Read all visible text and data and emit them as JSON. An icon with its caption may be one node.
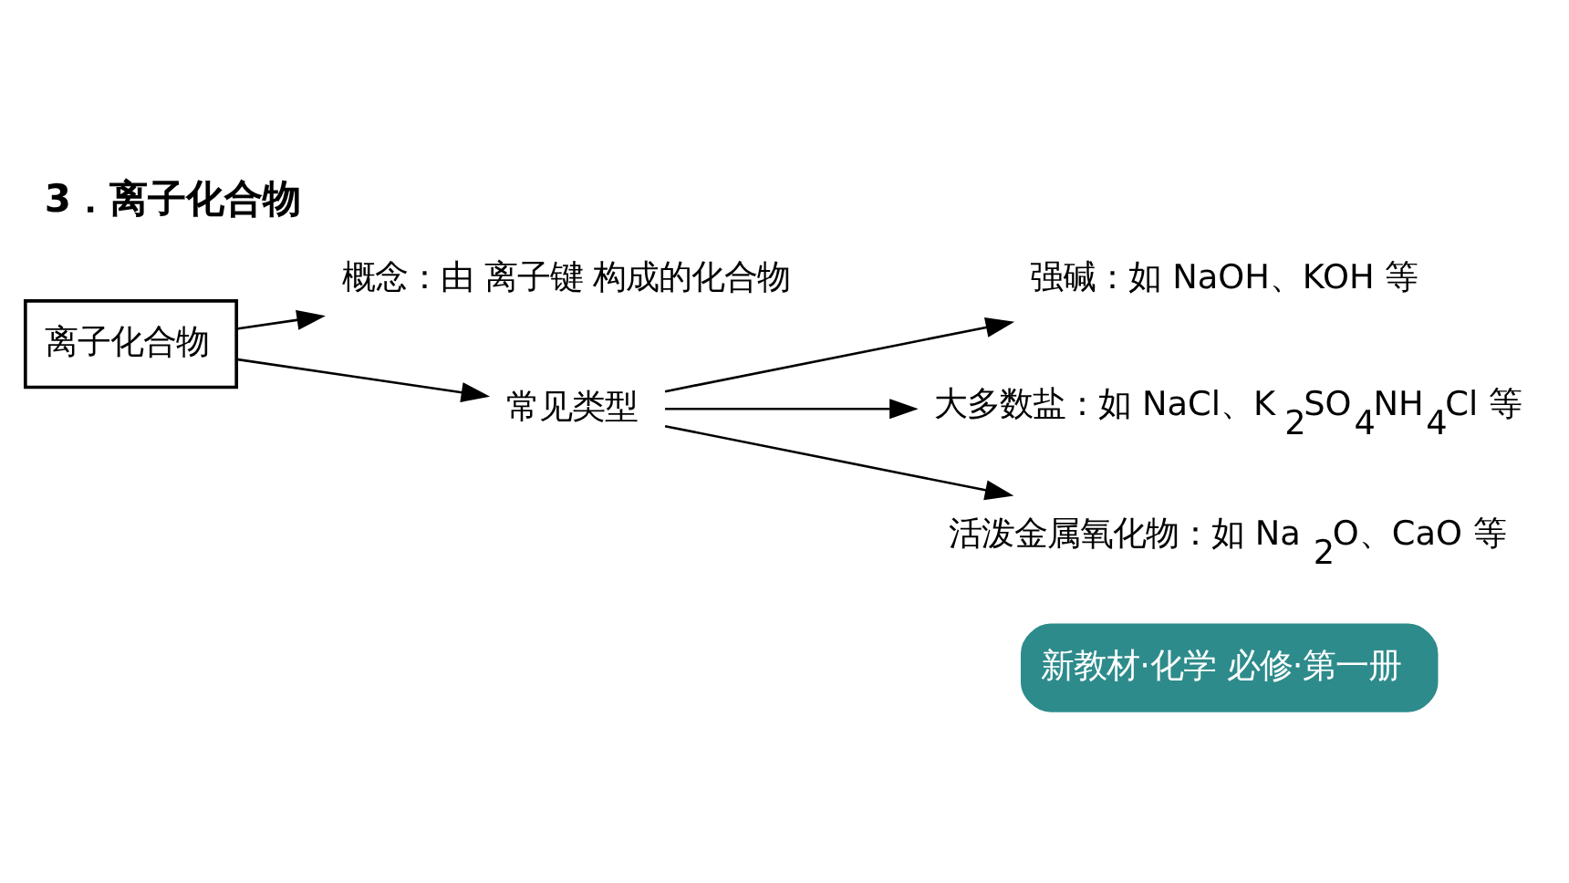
{
  "diagram": {
    "title": "3．离子化合物",
    "nodes": [
      {
        "text": [
          "离子化合物"
        ]
      },
      {
        "text": [
          "概念：由 离子键 构成的化合物"
        ]
      },
      {
        "text": [
          "常见类型"
        ]
      },
      {
        "text": [
          "强碱：如 NaOH、KOH 等"
        ]
      },
      {
        "text": [
          "大多数盐：如 NaCl、K$_{2}$SO$_{4}$NH$_{4}$Cl 等"
        ]
      },
      {
        "text": [
          "活泼金属氧化物：如 Na$_{2}$O、CaO 等"
        ]
      }
    ],
    "edges": [
      {
        "from": 0,
        "to": 1,
        "arrow": "to"
      },
      {
        "from": 0,
        "to": 2,
        "arrow": "to"
      },
      {
        "from": 2,
        "to": 3,
        "arrow": "to"
      },
      {
        "from": 2,
        "to": 4,
        "arrow": "to"
      },
      {
        "from": 2,
        "to": 5,
        "arrow": "to"
      }
    ],
    "labels": [
      "新教材·化学 必修·第一册"
    ]
  }
}
